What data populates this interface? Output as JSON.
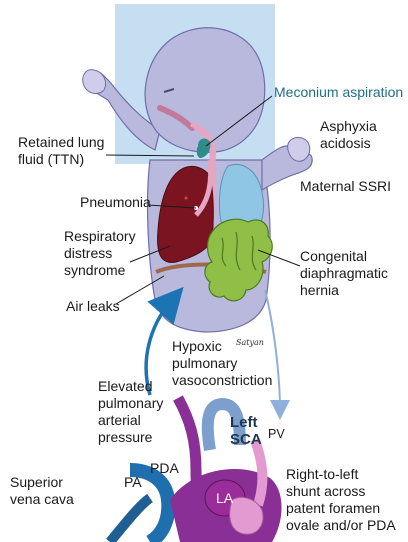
{
  "labels": {
    "meconium": "Meconium aspiration",
    "asphyxia": "Asphyxia\nacidosis",
    "ssri": "Maternal SSRI",
    "ttn": "Retained lung\nfluid (TTN)",
    "pneumonia": "Pneumonia",
    "rds": "Respiratory\ndistress\nsyndrome",
    "airleaks": "Air leaks",
    "cdh": "Congenital\ndiaphragmatic\nhernia",
    "hpv": "Hypoxic\npulmonary\nvasoconstriction",
    "epap": "Elevated\npulmonary\narterial\npressure",
    "leftsca": "Left\nSCA",
    "pv": "PV",
    "pda": "PDA",
    "pa": "PA",
    "svc": "Superior\nvena cava",
    "la": "LA",
    "shunt": "Right-to-left\nshunt across\npatent foramen\novale and/or PDA",
    "signature": "Satyan"
  },
  "colors": {
    "background_square": "#bcd8ef",
    "body": "#b9b8dd",
    "body_outline": "#6f6ea8",
    "left_lung": "#7a1420",
    "right_lung": "#8ec6e4",
    "bowel": "#8fbf47",
    "airway": "#e6a6c2",
    "trachea_teal": "#2e8c8a",
    "arrow_blue": "#1d74b2",
    "pda_purple": "#8a2f96",
    "left_sca_blue": "#7c9fce",
    "pv_arrow": "#9cb9de",
    "pa_blue": "#1f6fae",
    "la_purple": "#9b2d9a",
    "teal_text": "#1f6f86"
  }
}
